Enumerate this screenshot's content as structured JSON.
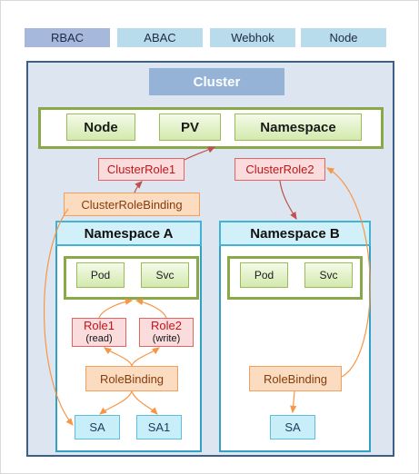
{
  "tabs": [
    {
      "label": "RBAC",
      "color": "#a6b9dc"
    },
    {
      "label": "ABAC",
      "color": "#b8dcec"
    },
    {
      "label": "Webhok",
      "color": "#b8dcec"
    },
    {
      "label": "Node",
      "color": "#b8dcec"
    }
  ],
  "cluster": {
    "title": "Cluster",
    "resources": [
      "Node",
      "PV",
      "Namespace"
    ],
    "cluster_role_1": "ClusterRole1",
    "cluster_role_2": "ClusterRole2",
    "cluster_role_binding": "ClusterRoleBinding"
  },
  "namespace_a": {
    "title": "Namespace A",
    "resources": [
      "Pod",
      "Svc"
    ],
    "role1": {
      "name": "Role1",
      "mode": "(read)"
    },
    "role2": {
      "name": "Role2",
      "mode": "(write)"
    },
    "role_binding": "RoleBinding",
    "service_accounts": [
      "SA",
      "SA1"
    ]
  },
  "namespace_b": {
    "title": "Namespace B",
    "resources": [
      "Pod",
      "Svc"
    ],
    "role_binding": "RoleBinding",
    "service_accounts": [
      "SA"
    ]
  },
  "colors": {
    "role_arrow": "#c0504d",
    "binding_arrow": "#f79646",
    "cluster_border": "#3b5f86",
    "resource_border": "#89a84a",
    "namespace_border": "#31a1c4"
  }
}
